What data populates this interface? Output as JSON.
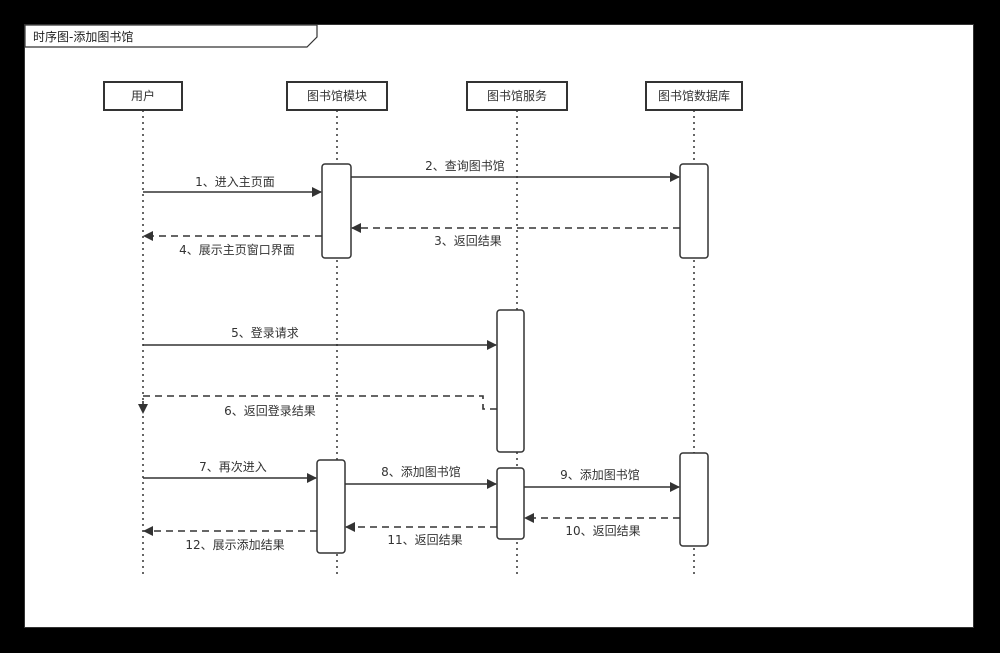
{
  "title": "时序图-添加图书馆",
  "participants": [
    {
      "id": "user",
      "label": "用户"
    },
    {
      "id": "module",
      "label": "图书馆模块"
    },
    {
      "id": "service",
      "label": "图书馆服务"
    },
    {
      "id": "db",
      "label": "图书馆数据库"
    }
  ],
  "messages": [
    {
      "id": "m1",
      "label": "1、进入主页面",
      "from": "user",
      "to": "module",
      "style": "solid"
    },
    {
      "id": "m2",
      "label": "2、查询图书馆",
      "from": "module",
      "to": "db",
      "style": "solid"
    },
    {
      "id": "m3",
      "label": "3、返回结果",
      "from": "db",
      "to": "module",
      "style": "dashed"
    },
    {
      "id": "m4",
      "label": "4、展示主页窗口界面",
      "from": "module",
      "to": "user",
      "style": "dashed"
    },
    {
      "id": "m5",
      "label": "5、登录请求",
      "from": "user",
      "to": "service",
      "style": "solid"
    },
    {
      "id": "m6",
      "label": "6、返回登录结果",
      "from": "service",
      "to": "user",
      "style": "dashed"
    },
    {
      "id": "m7",
      "label": "7、再次进入",
      "from": "user",
      "to": "module",
      "style": "solid"
    },
    {
      "id": "m8",
      "label": "8、添加图书馆",
      "from": "module",
      "to": "service",
      "style": "solid"
    },
    {
      "id": "m9",
      "label": "9、添加图书馆",
      "from": "service",
      "to": "db",
      "style": "solid"
    },
    {
      "id": "m10",
      "label": "10、返回结果",
      "from": "db",
      "to": "service",
      "style": "dashed"
    },
    {
      "id": "m11",
      "label": "11、返回结果",
      "from": "service",
      "to": "module",
      "style": "dashed"
    },
    {
      "id": "m12",
      "label": "12、展示添加结果",
      "from": "module",
      "to": "user",
      "style": "dashed"
    }
  ]
}
